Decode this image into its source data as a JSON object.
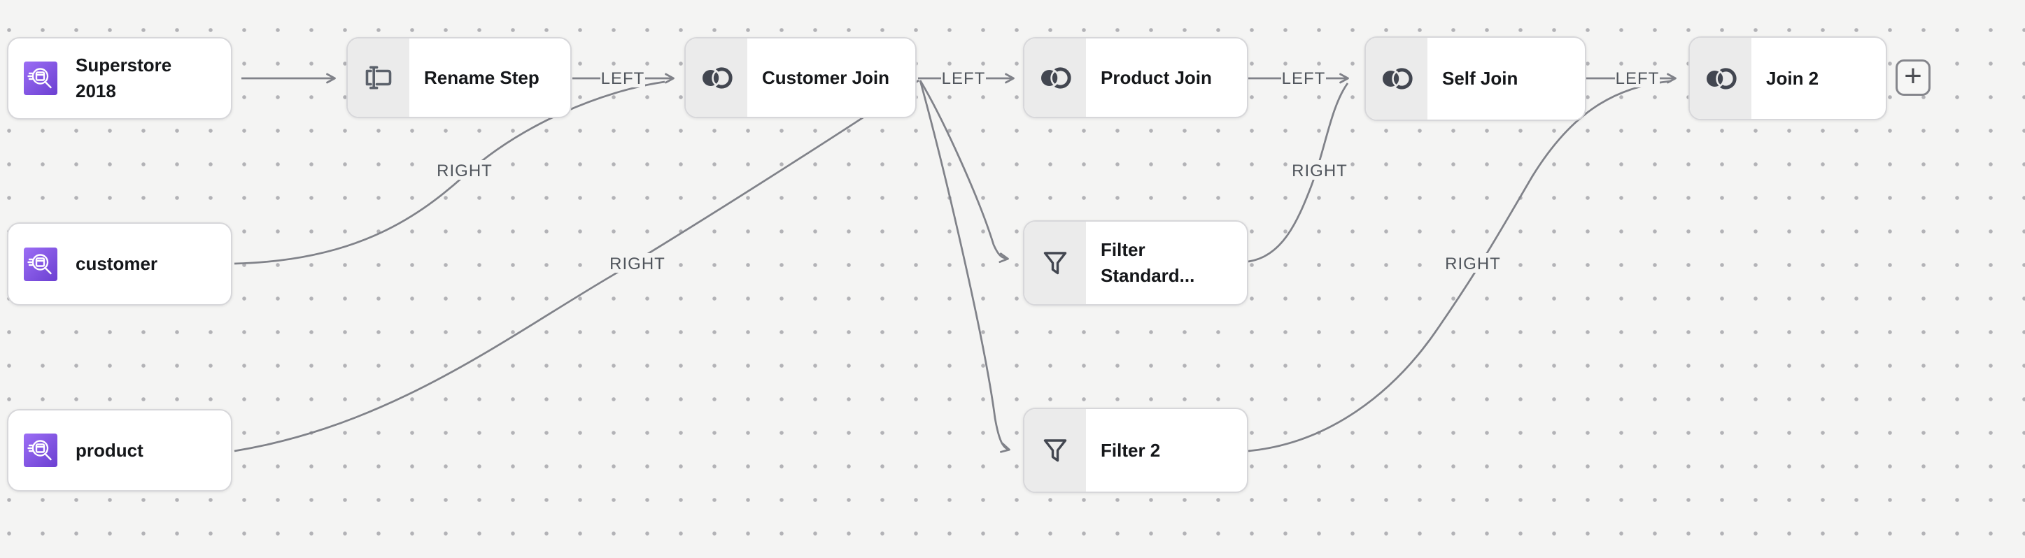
{
  "canvas": {
    "background": "#f4f4f3",
    "dot_color": "#b2b2b6",
    "edge_color": "#808289",
    "edge_label_color": "#50555c",
    "node_border_color": "#d7d7da",
    "node_text_color": "#15171a",
    "step_iconbox_color": "#ebebeb",
    "icon_color": "#424650",
    "dataset_icon_gradient": [
      "#9c6ef5",
      "#6b3fd1"
    ]
  },
  "nodes": [
    {
      "id": "superstore-2018",
      "type": "dataset",
      "icon": "dataset-icon",
      "label": "Superstore 2018"
    },
    {
      "id": "rename-step",
      "type": "step",
      "icon": "rename-icon",
      "label": "Rename Step"
    },
    {
      "id": "customer-join",
      "type": "step",
      "icon": "join-icon",
      "label": "Customer Join"
    },
    {
      "id": "product-join",
      "type": "step",
      "icon": "join-icon",
      "label": "Product Join"
    },
    {
      "id": "self-join",
      "type": "step",
      "icon": "join-icon",
      "label": "Self Join"
    },
    {
      "id": "join-2",
      "type": "step",
      "icon": "join-icon",
      "label": "Join 2"
    },
    {
      "id": "customer",
      "type": "dataset",
      "icon": "dataset-icon",
      "label": "customer"
    },
    {
      "id": "product",
      "type": "dataset",
      "icon": "dataset-icon",
      "label": "product"
    },
    {
      "id": "filter-standard",
      "type": "step",
      "icon": "filter-icon",
      "label": "Filter Standard..."
    },
    {
      "id": "filter-2",
      "type": "step",
      "icon": "filter-icon",
      "label": "Filter 2"
    }
  ],
  "edges": [
    {
      "from": "superstore-2018",
      "to": "rename-step",
      "label": ""
    },
    {
      "from": "rename-step",
      "to": "customer-join",
      "label": "LEFT"
    },
    {
      "from": "customer",
      "to": "customer-join",
      "label": "RIGHT"
    },
    {
      "from": "product",
      "to": "customer-join",
      "label": "RIGHT"
    },
    {
      "from": "customer-join",
      "to": "product-join",
      "label": "LEFT"
    },
    {
      "from": "customer-join",
      "to": "filter-standard",
      "label": ""
    },
    {
      "from": "customer-join",
      "to": "filter-2",
      "label": ""
    },
    {
      "from": "product-join",
      "to": "self-join",
      "label": "LEFT"
    },
    {
      "from": "filter-standard",
      "to": "self-join",
      "label": "RIGHT"
    },
    {
      "from": "self-join",
      "to": "join-2",
      "label": "LEFT"
    },
    {
      "from": "filter-2",
      "to": "join-2",
      "label": "RIGHT"
    }
  ],
  "toolbar": {
    "add_node_label": "+"
  }
}
